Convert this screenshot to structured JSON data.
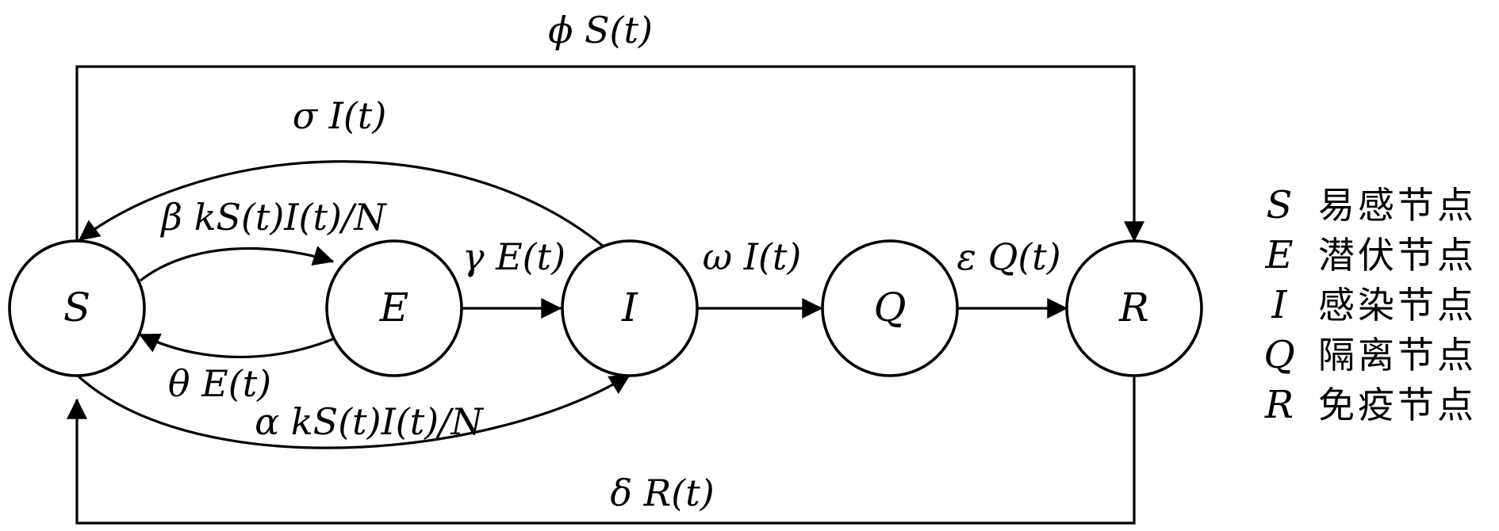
{
  "nodes": [
    {
      "id": "S",
      "label": "S"
    },
    {
      "id": "E",
      "label": "E"
    },
    {
      "id": "I",
      "label": "I"
    },
    {
      "id": "Q",
      "label": "Q"
    },
    {
      "id": "R",
      "label": "R"
    }
  ],
  "edges": {
    "phi": {
      "from": "S",
      "to": "R",
      "label": "ϕ S(t)"
    },
    "sigma": {
      "from": "I",
      "to": "S",
      "label": "σ I(t)"
    },
    "beta": {
      "from": "S",
      "to": "E",
      "label": "β kS(t)I(t)/N"
    },
    "gamma": {
      "from": "E",
      "to": "I",
      "label": "γ E(t)"
    },
    "omega": {
      "from": "I",
      "to": "Q",
      "label": "ω I(t)"
    },
    "epsilon": {
      "from": "Q",
      "to": "R",
      "label": "ε Q(t)"
    },
    "theta": {
      "from": "E",
      "to": "S",
      "label": "θ E(t)"
    },
    "alpha": {
      "from": "S",
      "to": "I",
      "label": "α kS(t)I(t)/N"
    },
    "delta": {
      "from": "R",
      "to": "S",
      "label": "δ R(t)"
    }
  },
  "legend": [
    {
      "symbol": "S",
      "text": "易感节点"
    },
    {
      "symbol": "E",
      "text": "潜伏节点"
    },
    {
      "symbol": "I",
      "text": "感染节点"
    },
    {
      "symbol": "Q",
      "text": "隔离节点"
    },
    {
      "symbol": "R",
      "text": "免疫节点"
    }
  ]
}
